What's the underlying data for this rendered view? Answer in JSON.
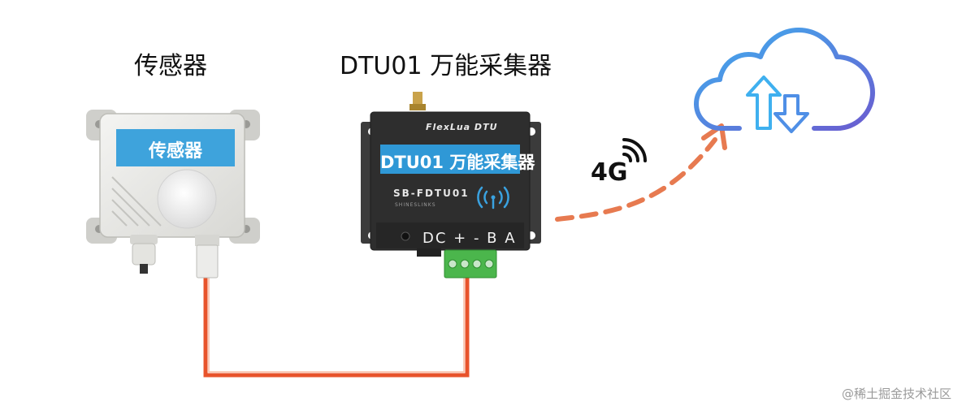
{
  "sensor": {
    "title": "传感器",
    "panel_label": "传感器"
  },
  "dtu": {
    "title": "DTU01 万能采集器",
    "brand": "FlexLua DTU",
    "panel_label": "DTU01 万能采集器",
    "model": "SB-FDTU01",
    "sub": "SHINESLINKS",
    "terminals": "DC  + - B A"
  },
  "network": {
    "label": "4G"
  },
  "watermark": "@稀土掘金技术社区",
  "colors": {
    "sensor_panel": "#3ea3dc",
    "dtu_panel": "#2f98d6",
    "wire": "#e8532b",
    "dash": "#e77a50",
    "cloud_start": "#3fb0ef",
    "cloud_end": "#6a5cd0",
    "terminal_block": "#4bb64c"
  }
}
